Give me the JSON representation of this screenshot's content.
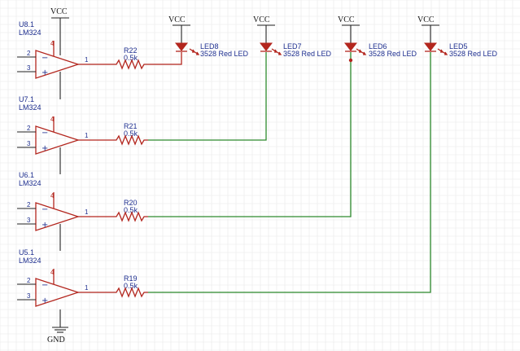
{
  "power": {
    "vcc": "VCC",
    "gnd": "GND"
  },
  "opamps": [
    {
      "ref": "U8.1",
      "part": "LM324",
      "pin_plus": "3",
      "pin_minus": "2",
      "pin_out": "1",
      "pin_vcc": "4"
    },
    {
      "ref": "U7.1",
      "part": "LM324",
      "pin_plus": "3",
      "pin_minus": "2",
      "pin_out": "1",
      "pin_vcc": "4"
    },
    {
      "ref": "U6.1",
      "part": "LM324",
      "pin_plus": "3",
      "pin_minus": "2",
      "pin_out": "1",
      "pin_vcc": "4"
    },
    {
      "ref": "U5.1",
      "part": "LM324",
      "pin_plus": "3",
      "pin_minus": "2",
      "pin_out": "1",
      "pin_vcc": "4"
    }
  ],
  "resistors": [
    {
      "ref": "R22",
      "value": "0.5k"
    },
    {
      "ref": "R21",
      "value": "0.5k"
    },
    {
      "ref": "R20",
      "value": "0.5k"
    },
    {
      "ref": "R19",
      "value": "0.5k"
    }
  ],
  "leds": [
    {
      "ref": "LED8",
      "part": "3528 Red LED"
    },
    {
      "ref": "LED7",
      "part": "3528 Red LED"
    },
    {
      "ref": "LED6",
      "part": "3528 Red LED"
    },
    {
      "ref": "LED5",
      "part": "3528 Red LED"
    }
  ],
  "colors": {
    "wire_output": "#b3261e",
    "wire_net": "#2e8b2e",
    "component": "#b3261e",
    "label": "#1e2f8f",
    "grid": "#e8e8e8"
  }
}
